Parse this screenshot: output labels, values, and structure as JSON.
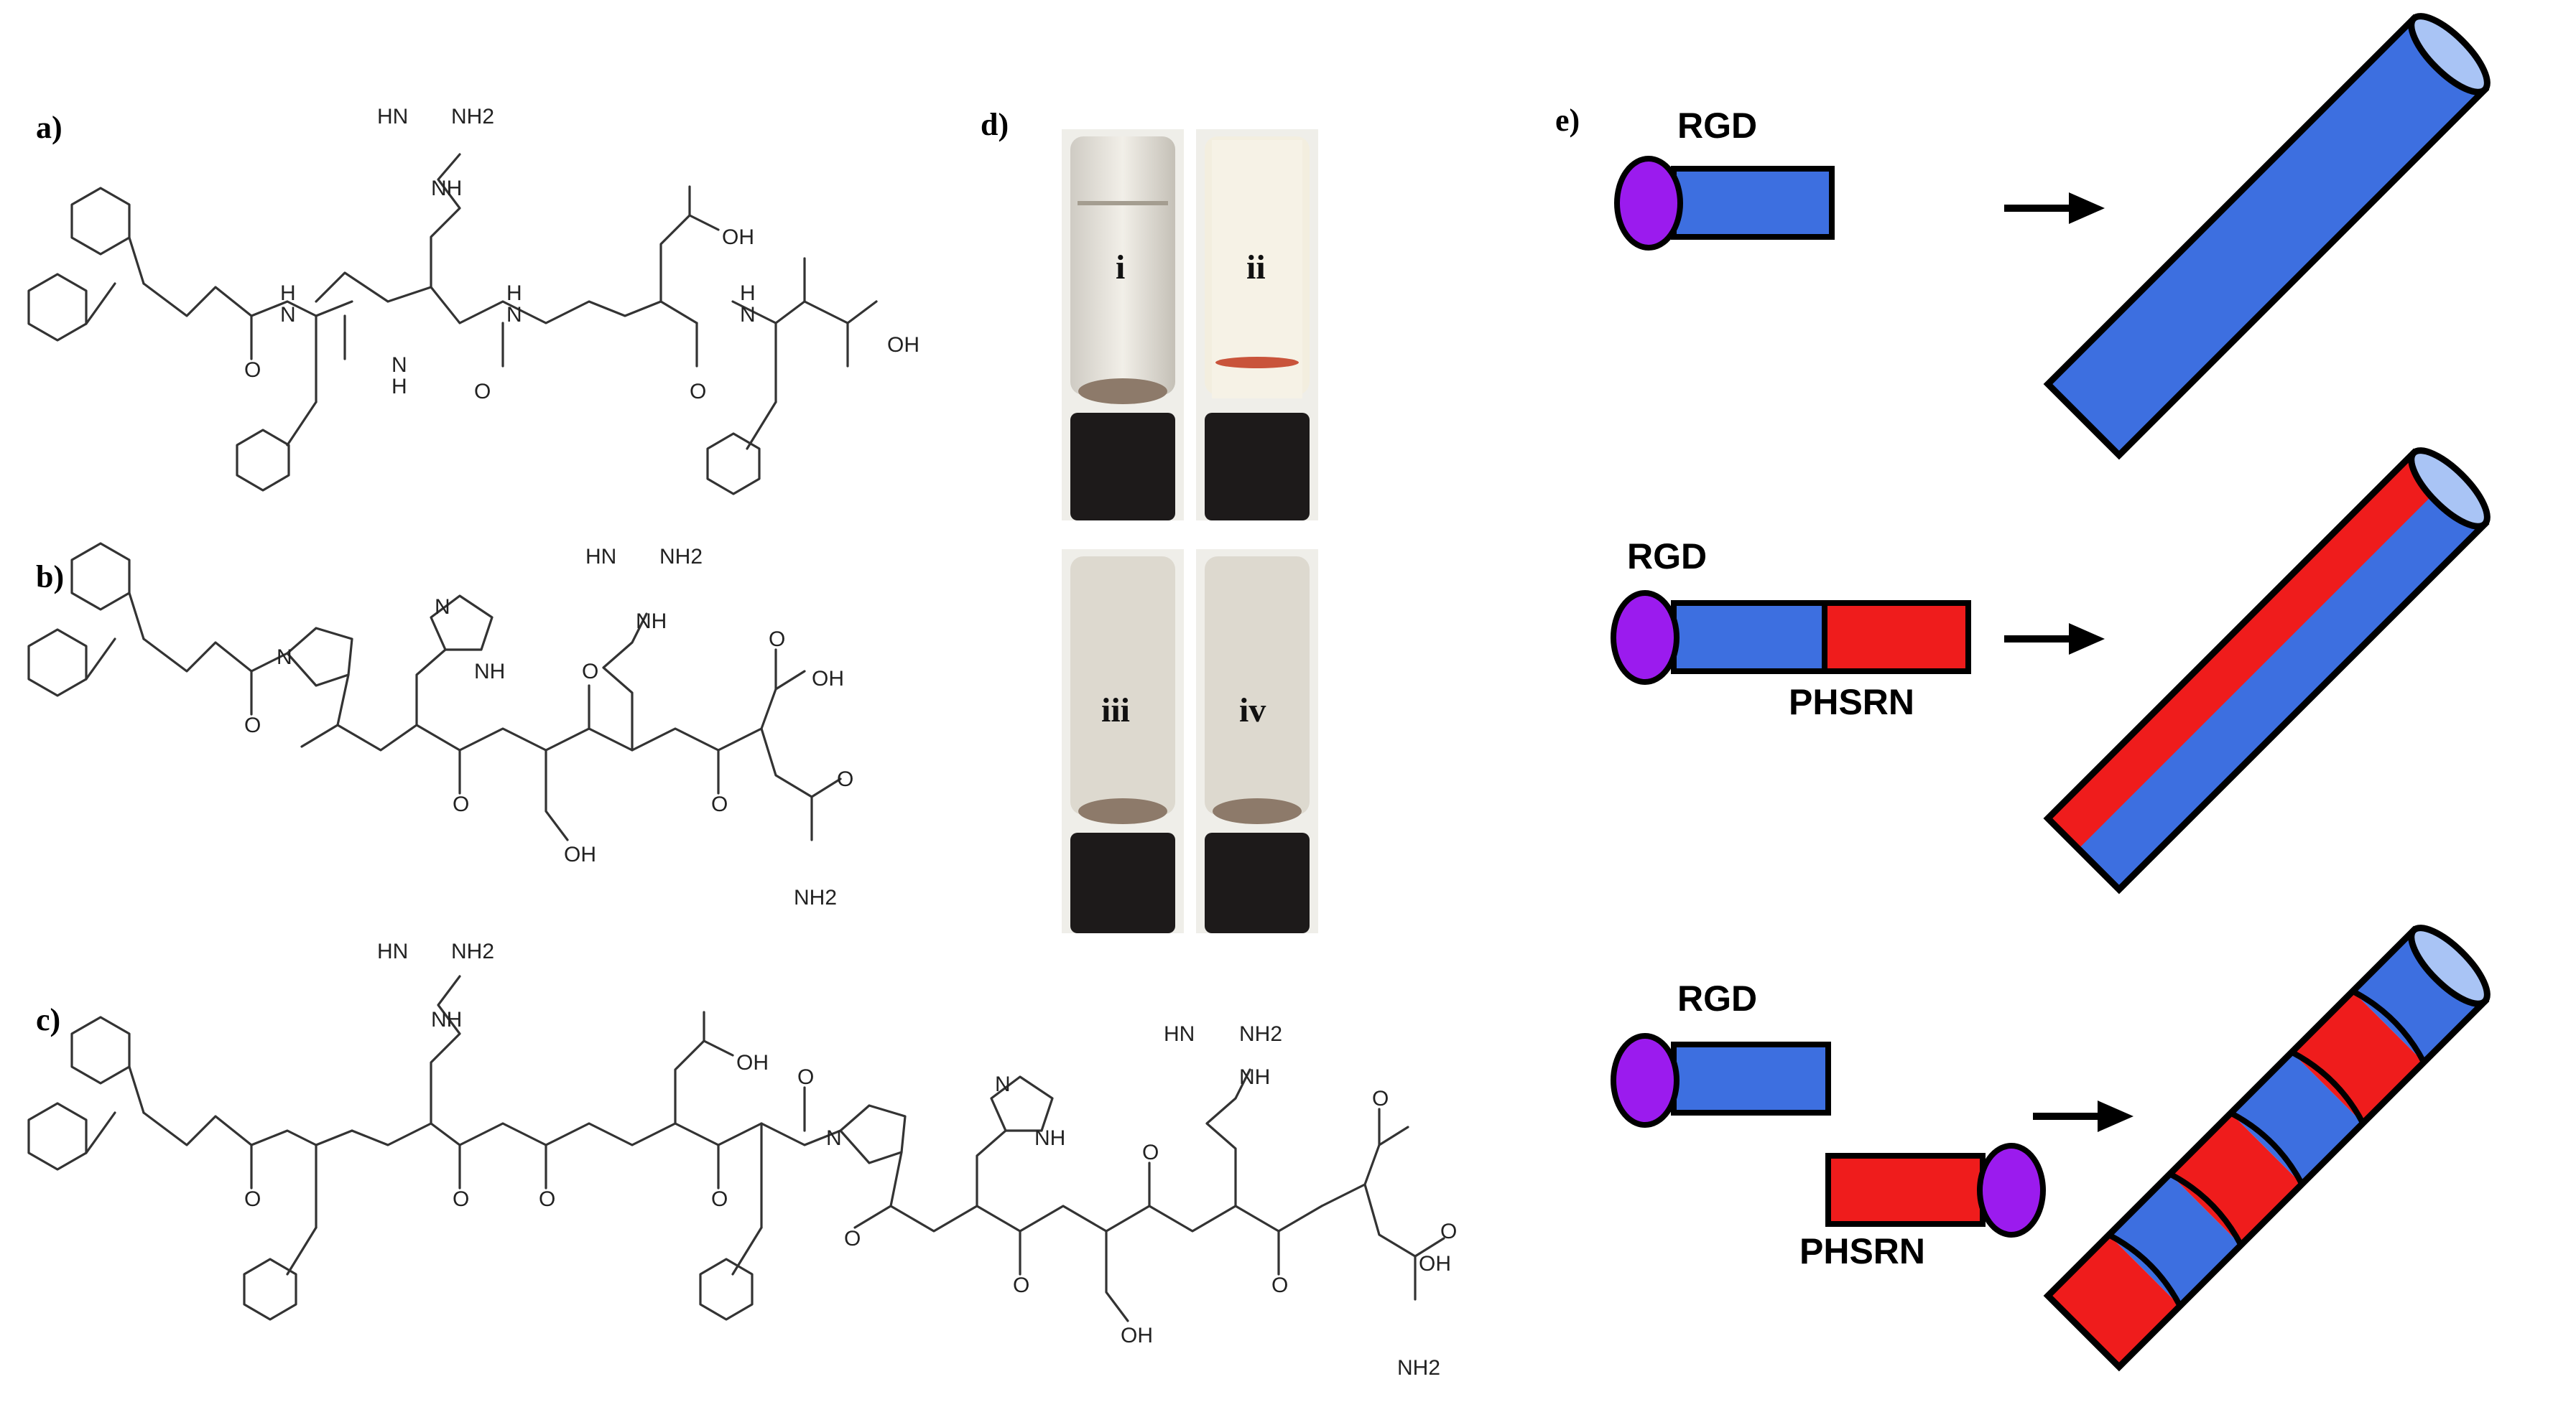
{
  "panels": {
    "a": "a)",
    "b": "b)",
    "c": "c)",
    "d": "d)",
    "e": "e)"
  },
  "atoms": {
    "hn_nh2": "HN",
    "nh2": "NH2",
    "nh": "NH",
    "oh": "OH",
    "o": "O",
    "n": "N",
    "h": "H"
  },
  "vials": [
    "i",
    "ii",
    "iii",
    "iv"
  ],
  "peptides": {
    "rgd": "RGD",
    "phsrn": "PHSRN"
  },
  "colors": {
    "blue": "#3d6fe0",
    "red": "#ef1c1c",
    "purple": "#9b1bee",
    "outline": "#000000"
  }
}
